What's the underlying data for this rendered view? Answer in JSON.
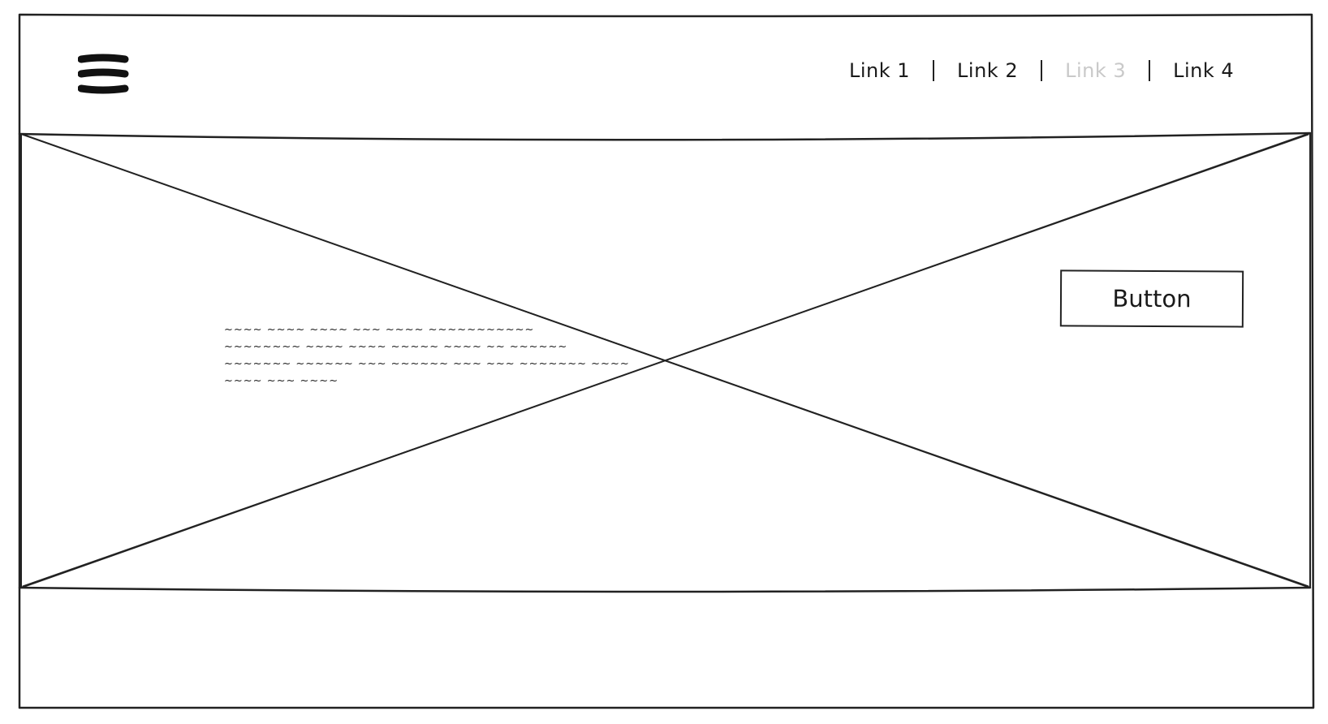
{
  "header": {
    "menu_icon": "hamburger-menu-icon",
    "nav_links": [
      {
        "label": "Link 1",
        "state": "normal"
      },
      {
        "label": "Link 2",
        "state": "normal"
      },
      {
        "label": "Link 3",
        "state": "disabled"
      },
      {
        "label": "Link 4",
        "state": "normal"
      }
    ]
  },
  "hero": {
    "image_placeholder": "image-placeholder",
    "text_lines": [
      "~~~~ ~~~~ ~~~~ ~~~ ~~~~ ~~~~~~~~~~~",
      "~~~~~~~~ ~~~~ ~~~~ ~~~~~ ~~~~ ~~ ~~~~~~",
      "~~~~~~~ ~~~~~~ ~~~ ~~~~~~ ~~~ ~~~ ~~~~~~~ ~~~~",
      "~~~~ ~~~ ~~~~"
    ],
    "button_label": "Button"
  },
  "colors": {
    "stroke": "#222222",
    "disabled_link": "#c9c9c9",
    "background": "#ffffff"
  }
}
